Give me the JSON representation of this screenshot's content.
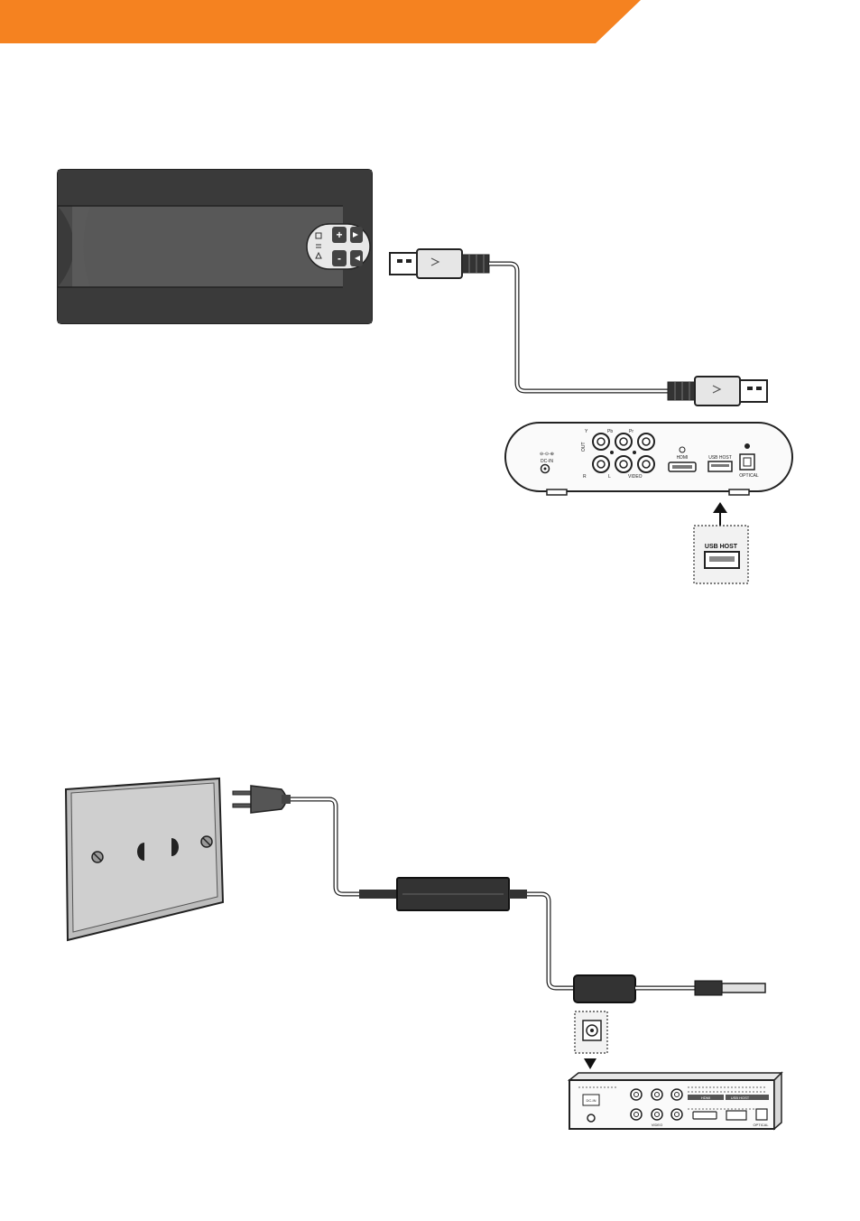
{
  "colors": {
    "header_orange": "#F58220",
    "device_dark": "#4a4a4a",
    "device_mid": "#5a5a5a",
    "outline": "#222222",
    "plate": "#cfcfcf"
  },
  "drive": {
    "button_labels": [
      "+",
      "-"
    ]
  },
  "player_top": {
    "labels": {
      "y": "Y",
      "pb": "Pb",
      "pr": "Pr",
      "out": "OUT",
      "r": "R",
      "l": "L",
      "video": "VIDEO",
      "hdmi": "HDMI",
      "usb_host": "USB HOST",
      "optical": "OPTICAL",
      "dc_in": "DC-IN"
    }
  },
  "usb_callout": {
    "label": "USB HOST"
  },
  "player_bottom": {
    "labels": {
      "hdmi": "HDMI",
      "usb_host": "USB HOST",
      "optical": "OPTICAL",
      "video": "VIDEO",
      "dc_in": "DC-IN"
    }
  },
  "icons": {
    "arrow_up": "arrow-up-icon",
    "arrow_down": "arrow-down-icon",
    "usb_plug": "usb-plug-icon",
    "power_plug": "power-plug-icon"
  }
}
